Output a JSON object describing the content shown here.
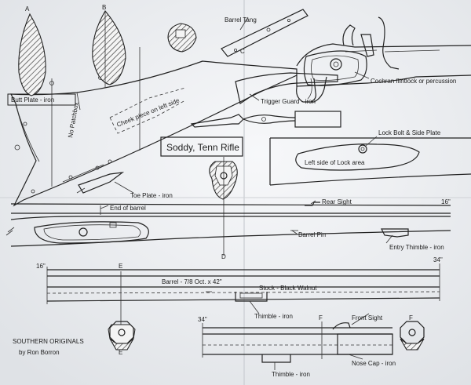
{
  "labels": {
    "barrel_tang": "Barrel Tang",
    "lock": "Cochran flintlock or percussion",
    "butt_plate": "Butt Plate - iron",
    "no_patchbox": "No Patchbox",
    "cheek_piece": "Cheek piece on left side",
    "trigger_guard": "Trigger Guard - iron",
    "title": "Soddy, Tenn Rifle",
    "lock_bolt": "Lock Bolt & Side Plate",
    "left_side_lock": "Left side of Lock area",
    "toe_plate": "Toe Plate - iron",
    "end_of_barrel": "End of barrel",
    "rear_sight": "Rear Sight",
    "barrel_pin": "Barrel Pin",
    "entry_thimble": "Entry Thimble - iron",
    "barrel_spec": "Barrel - 7/8 Oct. x 42\"",
    "stock": "Stock - Black Walnut",
    "thimble_1": "Thimble - iron",
    "thimble_2": "Thimble - iron",
    "front_sight": "Front Sight",
    "nose_cap": "Nose Cap - iron",
    "publisher_line1": "SOUTHERN ORIGINALS",
    "publisher_line2": "by Ron Borron"
  },
  "marks": {
    "dim_16_a": "16\"",
    "dim_16_b": "16\"",
    "dim_34_a": "34\"",
    "dim_34_b": "34\"",
    "sec_a": "A",
    "sec_b": "B",
    "sec_c": "C",
    "sec_d": "D",
    "sec_e_top": "E",
    "sec_e_bot": "E",
    "sec_f_top": "F",
    "sec_f_bot": "F"
  }
}
